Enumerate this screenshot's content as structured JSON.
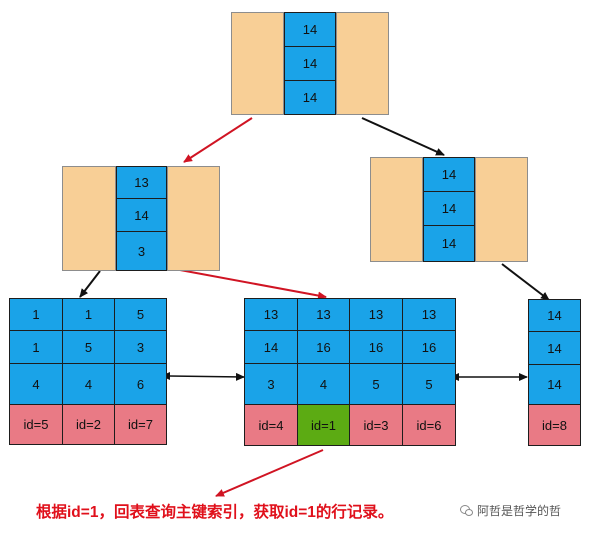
{
  "colors": {
    "blue": "#1aa3e8",
    "orange": "#f8cf96",
    "pink": "#e97a85",
    "green": "#5cab13",
    "red": "#e0101b"
  },
  "root_node": {
    "keys": [
      "14",
      "14",
      "14"
    ]
  },
  "mid_left_node": {
    "keys": [
      "13",
      "14",
      "3"
    ]
  },
  "mid_right_node": {
    "keys": [
      "14",
      "14",
      "14"
    ]
  },
  "leaf_left": {
    "rows": [
      [
        "1",
        "1",
        "5"
      ],
      [
        "1",
        "5",
        "3"
      ],
      [
        "4",
        "4",
        "6"
      ]
    ],
    "ids": [
      "id=5",
      "id=2",
      "id=7"
    ]
  },
  "leaf_mid": {
    "rows": [
      [
        "13",
        "13",
        "13",
        "13"
      ],
      [
        "14",
        "16",
        "16",
        "16"
      ],
      [
        "3",
        "4",
        "5",
        "5"
      ]
    ],
    "ids": [
      "id=4",
      "id=1",
      "id=3",
      "id=6"
    ]
  },
  "leaf_right": {
    "rows": [
      [
        "14"
      ],
      [
        "14"
      ],
      [
        "14"
      ]
    ],
    "ids": [
      "id=8"
    ]
  },
  "caption": "根据id=1，回表查询主键索引，获取id=1的行记录。",
  "watermark": "阿哲是哲学的哲"
}
